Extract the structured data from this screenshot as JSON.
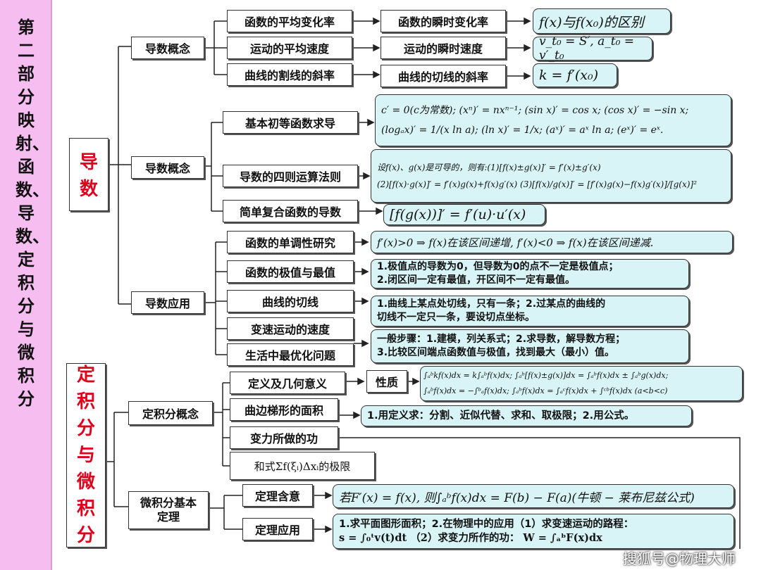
{
  "sidebar": {
    "title": "第二部分 映射、函数、导数、定积分与微积分"
  },
  "sections": {
    "derivative": "导数",
    "integral": "定积分与微积分"
  },
  "level1": {
    "concept1": "导数概念",
    "concept2": "导数概念",
    "application": "导数应用",
    "integral_concept": "定积分概念",
    "fundamental_theorem": "微积分基本定理"
  },
  "level2": {
    "avg_rate": "函数的平均变化率",
    "avg_speed": "运动的平均速度",
    "secant_slope": "曲线的割线的斜率",
    "basic_elementary": "基本初等函数求导",
    "four_operations": "导数的四则运算法则",
    "composite": "简单复合函数的导数",
    "monotonic": "函数的单调性研究",
    "extreme": "函数的极值与最值",
    "tangent": "曲线的切线",
    "variable_speed": "变速运动的速度",
    "optimization": "生活中最优化问题",
    "def_geometry": "定义及几何意义",
    "curved_area": "曲边梯形的面积",
    "work": "变力所做的功",
    "riemann_limit": "和式Σf(ξᵢ)Δxᵢ的极限",
    "theorem_meaning": "定理含意",
    "theorem_application": "定理应用"
  },
  "level3": {
    "instant_rate": "函数的瞬时变化率",
    "instant_speed": "运动的瞬时速度",
    "tangent_slope": "曲线的切线的斜率",
    "property": "性质"
  },
  "formulas": {
    "f_diff": "f(x)与f(x₀)的区别",
    "velocity": "v_t₀ = S′,  a_t₀ = v′_t₀",
    "slope": "k = f′(x₀)",
    "basic_line1": "c′ = 0(c为常数); (xⁿ)′ = nxⁿ⁻¹; (sin x)′ = cos x; (cos x)′ = −sin x;",
    "basic_line2": "(logₐx)′ = 1/(x ln a); (ln x)′ = 1/x; (aˣ)′ = aˣ ln a; (eˣ)′ = eˣ.",
    "rules_line1": "设f(x)、g(x)是可导的，则有:(1)[f(x)±g(x)]′ = f′(x)±g′(x)",
    "rules_line2": "(2)[f(x)·g(x)]′ = f′(x)g(x)+f(x)g′(x)  (3)[f(x)/g(x)]′ = [f′(x)g(x)−f(x)g′(x)]/[g(x)]²",
    "chain": "[f(g(x))]′ = f′(u)·u′(x)",
    "monotonic": "f′(x)>0 ⇒ f(x)在该区间递增, f′(x)<0 ⇒ f(x)在该区间递减.",
    "extreme_line1": "1.极值点的导数为0，但导数为0的点不一定是极值点；",
    "extreme_line2": "2.闭区间一定有最值，开区间不一定有最值。",
    "tangent_line1": "1.曲线上某点处切线，只有一条；2.过某点的曲线的",
    "tangent_line2": "切线不一定只一条，要设切点坐标。",
    "opt_line1": "一般步骤：1.建模，列关系式；2.求导数，解导数方程；",
    "opt_line2": "3.比较区间端点函数值与极值，找到最大（最小）值。",
    "int_line1": "∫ₐᵇkf(x)dx = k∫ₐᵇf(x)dx; ∫ₐᵇ[f(x)±g(x)]dx = ∫ₐᵇf(x)dx ± ∫ₐᵇg(x)dx;",
    "int_line2": "∫ₐᵇf(x)dx = −∫ᵇₐf(x)dx; ∫ₐᵇf(x)dx = ∫ₐᶜf(x)dx + ∫ᶜᵇf(x)dx (a<b<c)",
    "def_method": "1.用定义求：分割、近似代替、求和、取极限；2.用公式。",
    "newton_leibniz": "若F′(x) = f(x), 则∫ₐᵇf(x)dx = F(b) − F(a)(牛顿 − 莱布尼兹公式)",
    "app_line1": "1.求平面图形面积；2.在物理中的应用（1）求变速运动的路程：",
    "app_line2": "s = ∫₀ᵗv(t)dt  （2）求变力所作的功：        W = ∫ₐᵇF(x)dx"
  },
  "watermark": "搜狐号@物理大师"
}
